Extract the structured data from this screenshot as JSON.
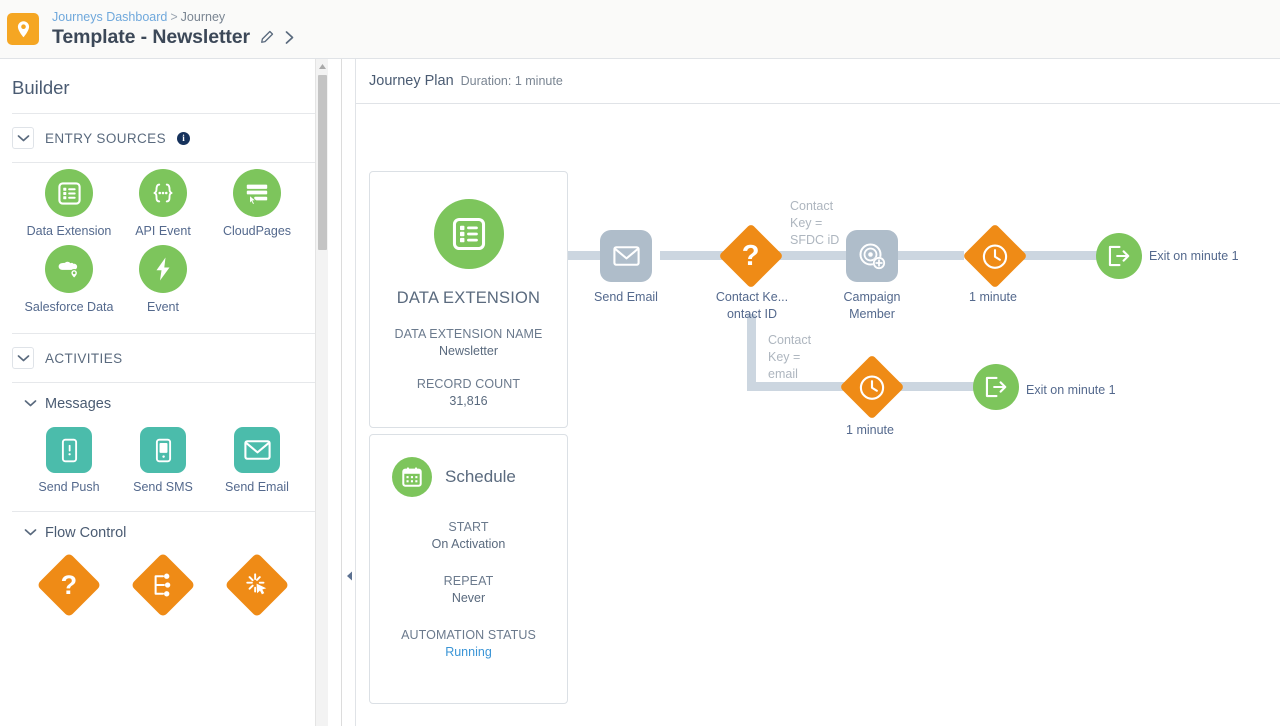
{
  "header": {
    "app_icon": "location-pin-icon",
    "breadcrumb_link": "Journeys Dashboard",
    "breadcrumb_sep": ">",
    "breadcrumb_current": "Journey",
    "journey_title": "Template - Newsletter",
    "edit_icon": "pencil-icon",
    "expand_icon": "chevron-right-icon"
  },
  "sidebar": {
    "title": "Builder",
    "entry_sources": {
      "label": "ENTRY SOURCES",
      "collapse_icon": "chevron-down-icon",
      "info_icon": "info-icon",
      "items": [
        {
          "label": "Data\nExtension",
          "icon": "list-icon",
          "shape": "circle",
          "color": "#7dc55c"
        },
        {
          "label": "API Event",
          "icon": "code-braces-icon",
          "shape": "circle",
          "color": "#7dc55c"
        },
        {
          "label": "CloudPages",
          "icon": "cloudpage-form-icon",
          "shape": "circle",
          "color": "#7dc55c"
        },
        {
          "label": "Salesforce\nData",
          "icon": "salesforce-cloud-icon",
          "shape": "circle",
          "color": "#7dc55c"
        },
        {
          "label": "Event",
          "icon": "lightning-bolt-icon",
          "shape": "circle",
          "color": "#7dc55c"
        }
      ]
    },
    "activities": {
      "label": "ACTIVITIES",
      "collapse_icon": "chevron-down-icon",
      "groups": [
        {
          "label": "Messages",
          "collapse_icon": "chevron-down-icon",
          "items": [
            {
              "label": "Send Push",
              "icon": "mobile-push-icon",
              "shape": "square",
              "color": "#4bbcab"
            },
            {
              "label": "Send SMS",
              "icon": "mobile-sms-icon",
              "shape": "square",
              "color": "#4bbcab"
            },
            {
              "label": "Send Email",
              "icon": "envelope-icon",
              "shape": "square",
              "color": "#4bbcab"
            }
          ]
        },
        {
          "label": "Flow Control",
          "collapse_icon": "chevron-down-icon",
          "items": [
            {
              "label": "",
              "icon": "question-mark-icon",
              "shape": "diamond",
              "color": "#ef8b16"
            },
            {
              "label": "",
              "icon": "split-path-icon",
              "shape": "diamond",
              "color": "#ef8b16"
            },
            {
              "label": "",
              "icon": "engagement-splat-icon",
              "shape": "diamond",
              "color": "#ef8b16"
            }
          ]
        }
      ]
    },
    "scrollbar": {
      "up_arrow_icon": "caret-up-icon"
    },
    "collapse_handle_icon": "caret-left-icon"
  },
  "canvas": {
    "topbar": {
      "title": "Journey Plan",
      "duration": "Duration: 1 minute"
    },
    "entry_card": {
      "icon": "data-extension-list-icon",
      "heading": "DATA EXTENSION",
      "fields": [
        {
          "label": "DATA EXTENSION NAME",
          "value": "Newsletter"
        },
        {
          "label": "RECORD COUNT",
          "value": "31,816"
        }
      ]
    },
    "schedule_card": {
      "icon": "calendar-icon",
      "title": "Schedule",
      "fields": [
        {
          "label": "START",
          "value": "On Activation",
          "link": false
        },
        {
          "label": "REPEAT",
          "value": "Never",
          "link": false
        },
        {
          "label": "AUTOMATION STATUS",
          "value": "Running",
          "link": true
        }
      ]
    },
    "flow": {
      "nodes": [
        {
          "id": "send-email",
          "label": "Send Email",
          "icon": "envelope-icon",
          "shape": "square",
          "color": "#afbdca"
        },
        {
          "id": "contact-key-split",
          "label": "Contact Ke...\nontact ID",
          "icon": "question-mark-icon",
          "shape": "diamond",
          "color": "#ef8b16"
        },
        {
          "id": "campaign-member",
          "label": "Campaign\nMember",
          "icon": "campaign-member-add-icon",
          "shape": "square",
          "color": "#afbdca"
        },
        {
          "id": "wait-top",
          "label": "1 minute",
          "icon": "clock-icon",
          "shape": "diamond",
          "color": "#ef8b16"
        },
        {
          "id": "exit-top",
          "label": "Exit on minute 1",
          "icon": "exit-arrow-icon",
          "shape": "circle",
          "color": "#7dc55c"
        },
        {
          "id": "wait-bottom",
          "label": "1 minute",
          "icon": "clock-icon",
          "shape": "diamond",
          "color": "#ef8b16"
        },
        {
          "id": "exit-bottom",
          "label": "Exit on minute 1",
          "icon": "exit-arrow-icon",
          "shape": "circle",
          "color": "#7dc55c"
        }
      ],
      "branch_labels": [
        {
          "id": "branch-sfdc",
          "text": "Contact\nKey =\nSFDC iD"
        },
        {
          "id": "branch-email",
          "text": "Contact\nKey =\nemail"
        }
      ]
    }
  },
  "colors": {
    "green": "#7dc55c",
    "orange": "#ef8b16",
    "teal": "#4bbcab",
    "gray_node": "#afbdca",
    "connector": "#ccd6e0",
    "link": "#3b95d6",
    "header_accent": "#f5a623"
  }
}
